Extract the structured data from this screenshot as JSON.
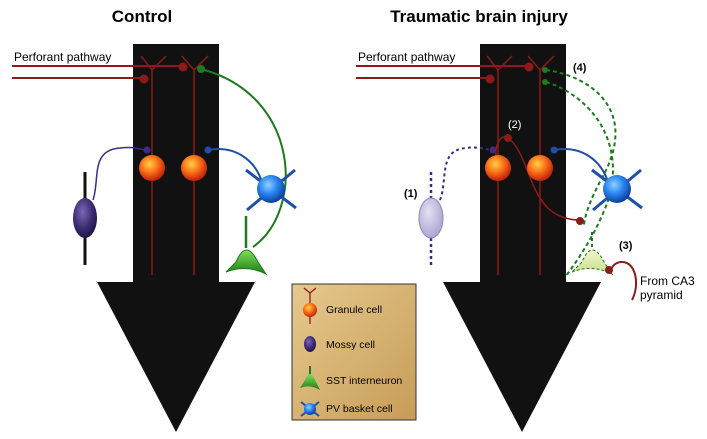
{
  "panels": {
    "control": {
      "title": "Control",
      "pathway_label": "Perforant pathway"
    },
    "tbi": {
      "title": "Traumatic brain injury",
      "pathway_label": "Perforant pathway",
      "markers": [
        "(1)",
        "(2)",
        "(3)",
        "(4)"
      ],
      "from_ca3_line1": "From CA3",
      "from_ca3_line2": "pyramid"
    }
  },
  "legend": {
    "items": [
      {
        "label": "Granule cell",
        "icon": "granule-cell-icon",
        "color": "#e8421a"
      },
      {
        "label": "Mossy cell",
        "icon": "mossy-cell-icon",
        "color": "#3b2b6e"
      },
      {
        "label": "SST interneuron",
        "icon": "sst-interneuron-icon",
        "color": "#2e8b22"
      },
      {
        "label": "PV basket cell",
        "icon": "pv-basket-cell-icon",
        "color": "#1f6fd8"
      }
    ],
    "background": "#d9b67a"
  },
  "colors": {
    "column": "#111111",
    "axon_red": "#8b1a1a",
    "mossy_line": "#3b2b8a",
    "sst_green": "#1e7a1e",
    "pv_blue": "#1f4fa8"
  }
}
